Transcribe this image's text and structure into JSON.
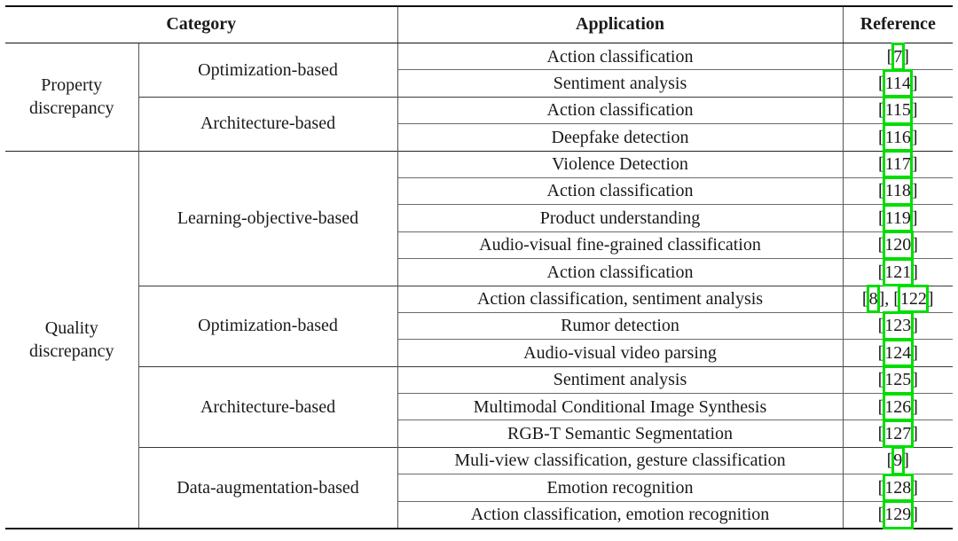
{
  "style": {
    "highlight_color": "#00dd00",
    "rule_color": "#111111",
    "grid_color": "#6b6b6b"
  },
  "table": {
    "headers": {
      "category": "Category",
      "application": "Application",
      "reference": "Reference"
    },
    "sections": [
      {
        "category": "Property\ndiscrepancy",
        "category_line1": "Property",
        "category_line2": "discrepancy",
        "groups": [
          {
            "subcategory": "Optimization-based",
            "rows": [
              {
                "application": "Action classification",
                "reference_prefix": "[",
                "reference_number": "7",
                "reference_suffix": "]",
                "highlighted": true
              },
              {
                "application": "Sentiment analysis",
                "reference_prefix": "[",
                "reference_number": "114",
                "reference_suffix": "]",
                "highlighted": true
              }
            ]
          },
          {
            "subcategory": "Architecture-based",
            "rows": [
              {
                "application": "Action classification",
                "reference_prefix": "[",
                "reference_number": "115",
                "reference_suffix": "]",
                "highlighted": true
              },
              {
                "application": "Deepfake detection",
                "reference_prefix": "[",
                "reference_number": "116",
                "reference_suffix": "]",
                "highlighted": true
              }
            ]
          }
        ]
      },
      {
        "category": "Quality\ndiscrepancy",
        "category_line1": "Quality",
        "category_line2": "discrepancy",
        "groups": [
          {
            "subcategory": "Learning-objective-based",
            "rows": [
              {
                "application": "Violence Detection",
                "reference_prefix": "[",
                "reference_number": "117",
                "reference_suffix": "]",
                "highlighted": true
              },
              {
                "application": "Action classification",
                "reference_prefix": "[",
                "reference_number": "118",
                "reference_suffix": "]",
                "highlighted": true
              },
              {
                "application": "Product understanding",
                "reference_prefix": "[",
                "reference_number": "119",
                "reference_suffix": "]",
                "highlighted": true
              },
              {
                "application": "Audio-visual fine-grained classification",
                "reference_prefix": "[",
                "reference_number": "120",
                "reference_suffix": "]",
                "highlighted": true
              },
              {
                "application": "Action classification",
                "reference_prefix": "[",
                "reference_number": "121",
                "reference_suffix": "]",
                "highlighted": true
              }
            ]
          },
          {
            "subcategory": "Optimization-based",
            "rows": [
              {
                "application": "Action classification, sentiment analysis",
                "reference_prefix": "[",
                "reference_number": "8",
                "reference_mid": "], [",
                "reference_number2": "122",
                "reference_suffix": "]",
                "highlighted": true,
                "double_ref": true
              },
              {
                "application": "Rumor detection",
                "reference_prefix": "[",
                "reference_number": "123",
                "reference_suffix": "]",
                "highlighted": true
              },
              {
                "application": "Audio-visual video parsing",
                "reference_prefix": "[",
                "reference_number": "124",
                "reference_suffix": "]",
                "highlighted": true
              }
            ]
          },
          {
            "subcategory": "Architecture-based",
            "rows": [
              {
                "application": "Sentiment analysis",
                "reference_prefix": "[",
                "reference_number": "125",
                "reference_suffix": "]",
                "highlighted": true
              },
              {
                "application": "Multimodal Conditional Image Synthesis",
                "reference_prefix": "[",
                "reference_number": "126",
                "reference_suffix": "]",
                "highlighted": true
              },
              {
                "application": "RGB-T Semantic Segmentation",
                "reference_prefix": "[",
                "reference_number": "127",
                "reference_suffix": "]",
                "highlighted": true
              }
            ]
          },
          {
            "subcategory": "Data-augmentation-based",
            "rows": [
              {
                "application": "Muli-view classification, gesture classification",
                "reference_prefix": "[",
                "reference_number": "9",
                "reference_suffix": "]",
                "highlighted": true
              },
              {
                "application": "Emotion recognition",
                "reference_prefix": "[",
                "reference_number": "128",
                "reference_suffix": "]",
                "highlighted": true
              },
              {
                "application": "Action classification, emotion recognition",
                "reference_prefix": "[",
                "reference_number": "129",
                "reference_suffix": "]",
                "highlighted": true
              }
            ]
          }
        ]
      }
    ]
  }
}
